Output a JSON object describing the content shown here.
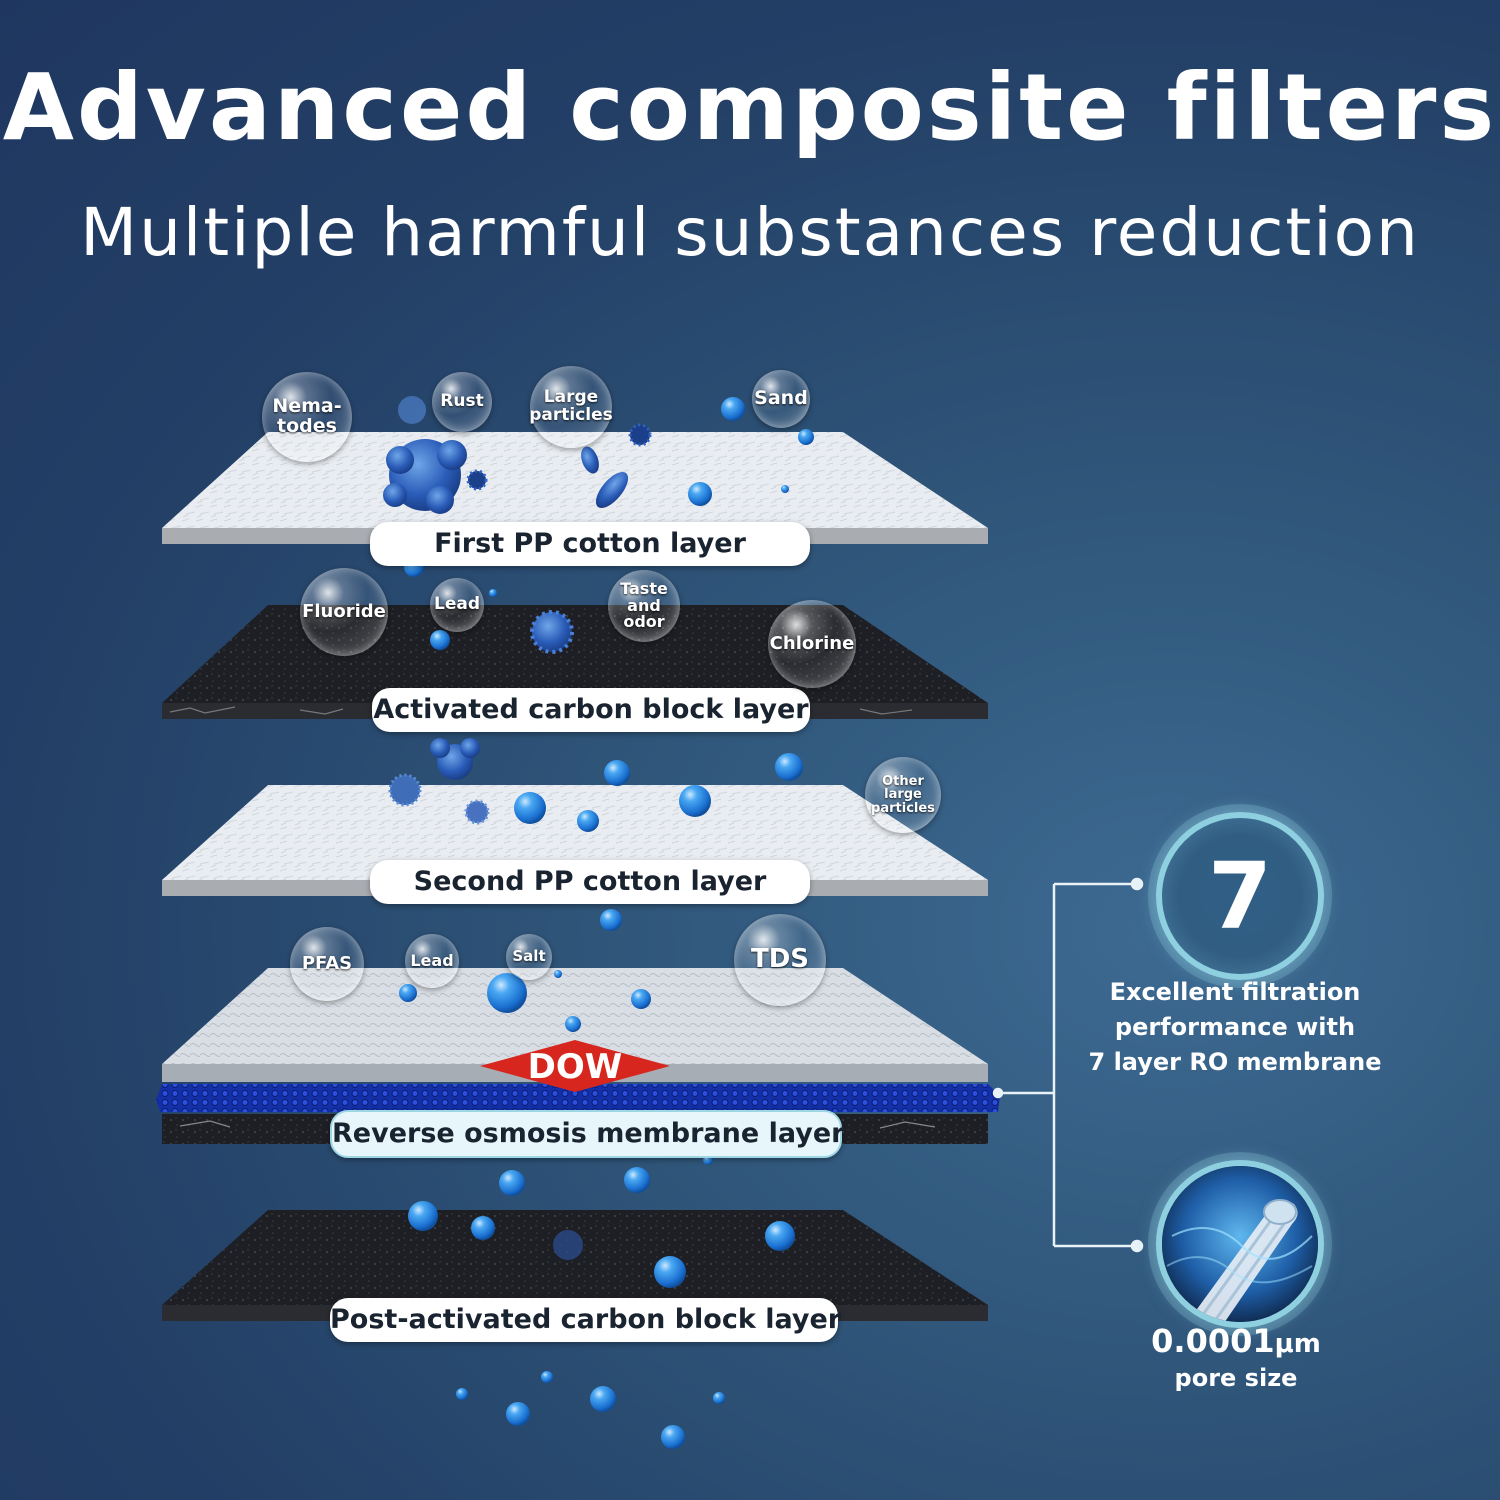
{
  "header": {
    "title": "Advanced composite filters",
    "subtitle": "Multiple harmful substances reduction"
  },
  "layers": [
    {
      "label": "First PP cotton layer",
      "contaminants": [
        "Nema-\ntodes",
        "Rust",
        "Large\nparticles",
        "Sand"
      ]
    },
    {
      "label": "Activated carbon block layer",
      "contaminants": [
        "Fluoride",
        "Lead",
        "Taste\nand\nodor",
        "Chlorine"
      ]
    },
    {
      "label": "Second PP cotton layer",
      "contaminants": [
        "Other\nlarge\nparticles"
      ]
    },
    {
      "label": "Reverse osmosis membrane layer",
      "contaminants": [
        "PFAS",
        "Lead",
        "Salt",
        "TDS"
      ],
      "brand": "DOW"
    },
    {
      "label": "Post-activated carbon block layer",
      "contaminants": []
    }
  ],
  "side": {
    "layer_count": "7",
    "filtration_text": [
      "Excellent filtration",
      "performance with",
      "7 layer RO membrane"
    ],
    "pore_value": "0.0001",
    "pore_unit": "μm",
    "pore_label": "pore size"
  },
  "colors": {
    "background": "#264a72",
    "water_drop": "#2b8fe6",
    "accent_ring": "#8fd0e0",
    "brand_red": "#d7261e"
  },
  "icons": [
    "water-drop-icon",
    "bacteria-icon",
    "virus-icon",
    "membrane-roll-icon"
  ]
}
